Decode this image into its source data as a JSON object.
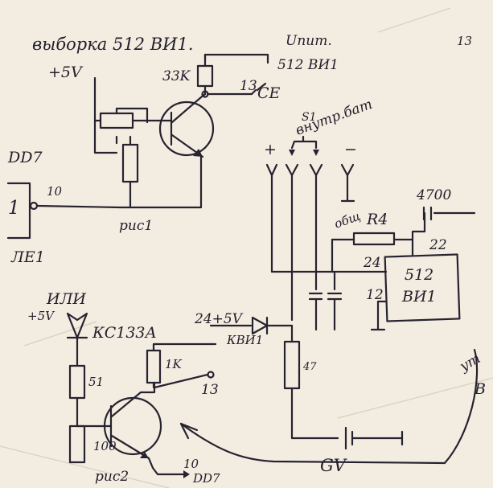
{
  "title": "выборка 512 ВИ1.",
  "corner_note": "13",
  "labels": {
    "p5v_top": "+5V",
    "r33k": "33K",
    "upit": "Uпит.",
    "chip_ref": "512 ВИ1",
    "pin13_top": "13",
    "ce": "CE",
    "battery_header": "внутр.бат",
    "s1": "S1",
    "plus": "+",
    "minus": "−",
    "dd7": "DD7",
    "pin1": "1",
    "pin10": "10",
    "le1": "ЛЕ1",
    "fig1": "рис1",
    "c4700": "4700",
    "common": "общ",
    "r4": "R4",
    "pin24": "24",
    "pin22": "22",
    "pin12": "12",
    "chip_512": "512",
    "chip_vi1": "ВИ1",
    "ili": "ИЛИ",
    "p5v_bottom": "+5V",
    "zener": "КС133А",
    "node_24": "24+5V",
    "kvi1": "КВИ1",
    "r1k": "1K",
    "r51": "51",
    "pin13_bottom": "13",
    "r47": "47",
    "r100": "100",
    "gv": "GV",
    "fig2": "рис2",
    "pin10_bottom": "10",
    "dd7_bottom": "DD7",
    "right_edge_1": "ут",
    "right_edge_2": "В"
  },
  "colors": {
    "paper": "#f3ece1",
    "ink": "#262330"
  }
}
